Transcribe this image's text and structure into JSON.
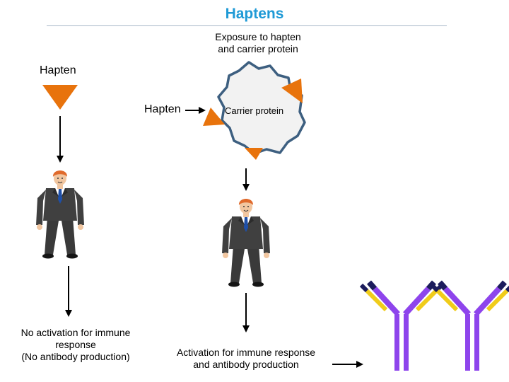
{
  "title": "Haptens",
  "exposure_label_line1": "Exposure to hapten",
  "exposure_label_line2": "and carrier protein",
  "hapten_label_left": "Hapten",
  "hapten_label_mid": "Hapten",
  "carrier_label": "Carrier protein",
  "no_activation_line1": "No activation for immune",
  "no_activation_line2": "response",
  "no_activation_line3": "(No antibody production)",
  "activation_line1": "Activation for immune response",
  "activation_line2": "and antibody production",
  "colors": {
    "title": "#1f9ad6",
    "hapten": "#e8730c",
    "carrier_fill": "#f2f2f2",
    "carrier_stroke": "#3d5f80",
    "antibody_purple": "#8e44ec",
    "antibody_yellow": "#f0cc1a",
    "antibody_navy": "#1c1c5c"
  },
  "icons": [
    "hapten-triangle",
    "carrier-protein-blob",
    "businessman",
    "antibody",
    "arrow"
  ]
}
